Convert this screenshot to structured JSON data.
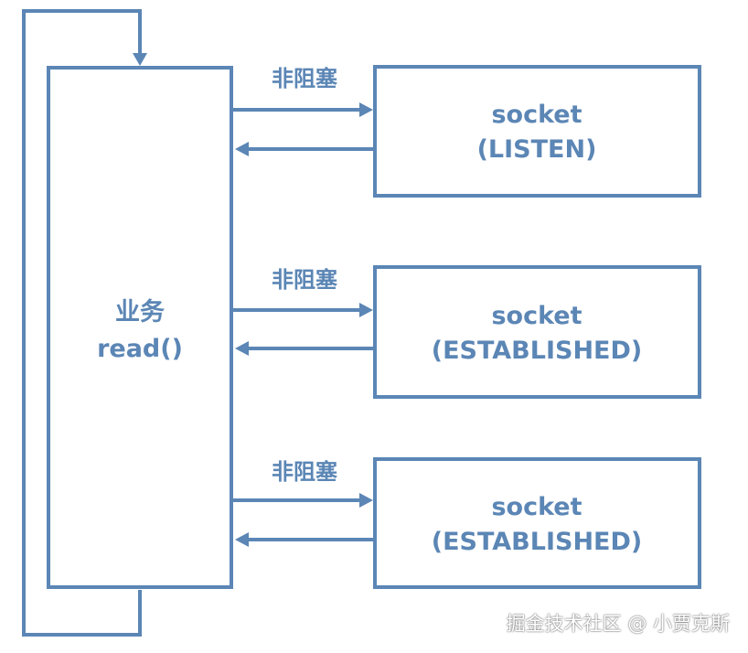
{
  "business": {
    "line1": "业务",
    "line2": "read()"
  },
  "edge_label": "非阻塞",
  "sockets": [
    {
      "line1": "socket",
      "line2": "(LISTEN)"
    },
    {
      "line1": "socket",
      "line2": "(ESTABLISHED)"
    },
    {
      "line1": "socket",
      "line2": "(ESTABLISHED)"
    }
  ],
  "watermark": "掘金技术社区 @ 小贾克斯",
  "colors": {
    "accent": "#5b86b5"
  }
}
